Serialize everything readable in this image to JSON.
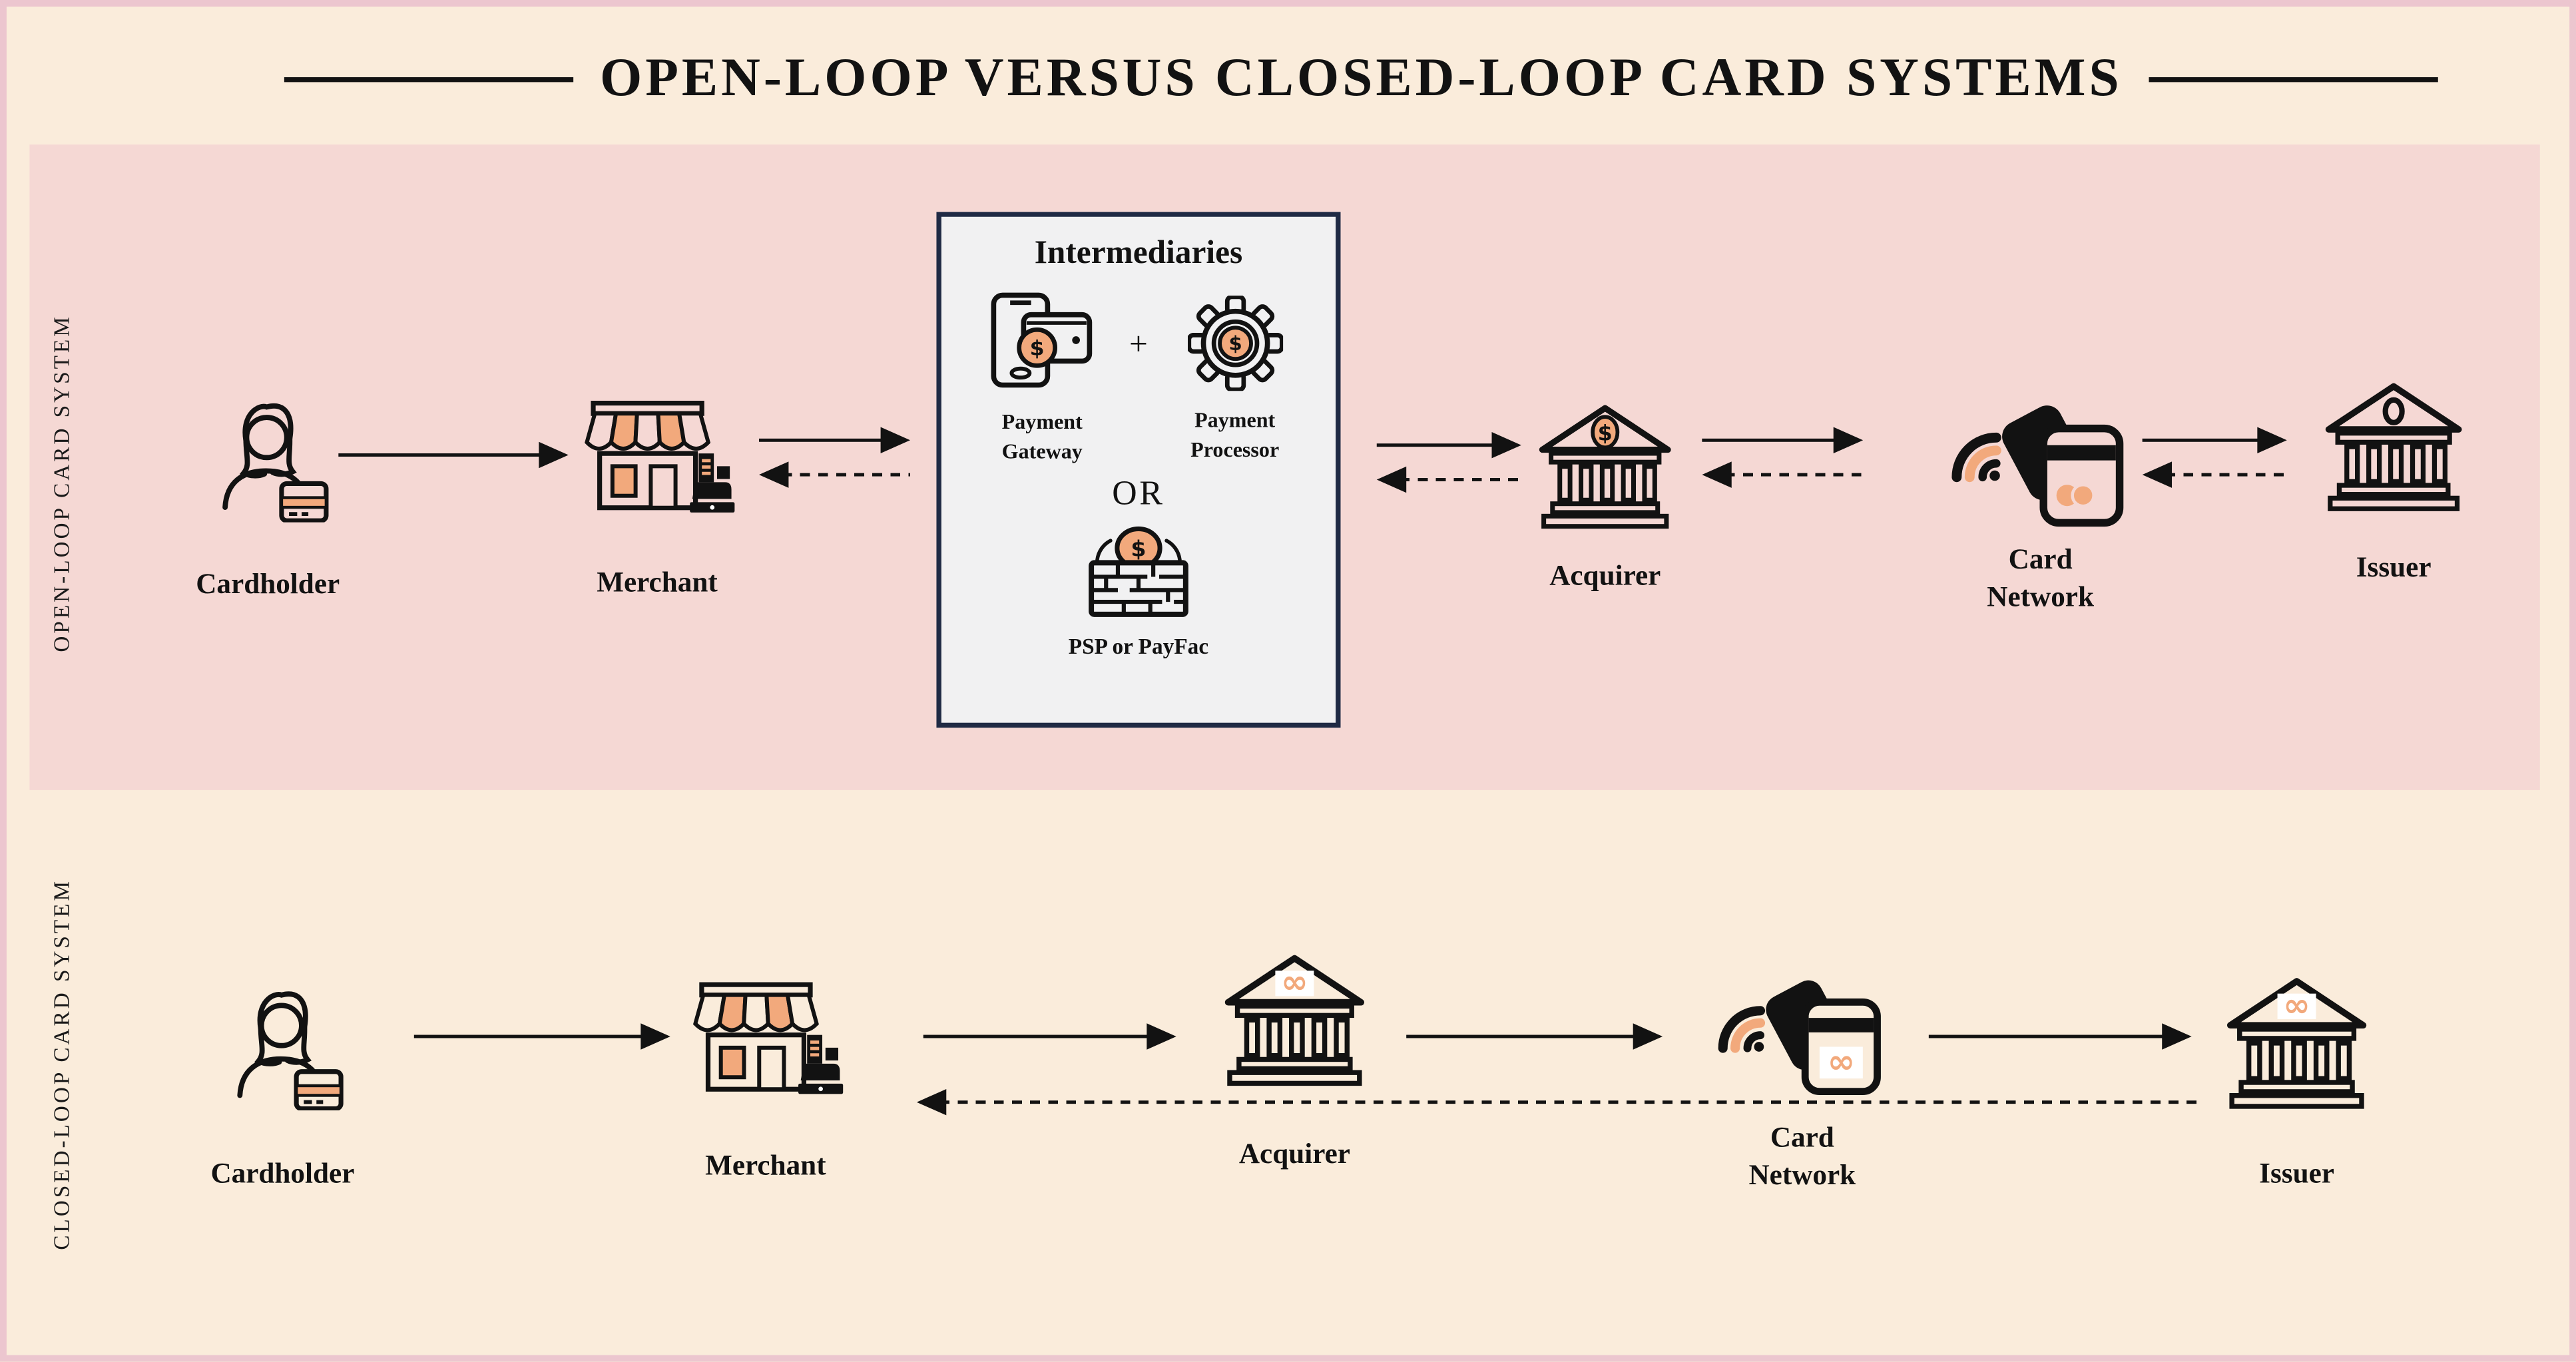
{
  "title": "OPEN-LOOP VERSUS CLOSED-LOOP CARD SYSTEMS",
  "open_loop": {
    "section_label": "OPEN-LOOP CARD SYSTEM",
    "nodes": {
      "cardholder": "Cardholder",
      "merchant": "Merchant",
      "acquirer": "Acquirer",
      "card_network": "Card Network",
      "issuer": "Issuer"
    },
    "intermediaries": {
      "title": "Intermediaries",
      "gateway_label": "Payment Gateway",
      "plus_sign": "+",
      "processor_label": "Payment Processor",
      "or_label": "OR",
      "psp_label": "PSP or PayFac"
    }
  },
  "closed_loop": {
    "section_label": "CLOSED-LOOP CARD SYSTEM",
    "nodes": {
      "cardholder": "Cardholder",
      "merchant": "Merchant",
      "acquirer": "Acquirer",
      "card_network": "Card Network",
      "issuer": "Issuer"
    }
  },
  "glyphs": {
    "dollar": "$",
    "infinity": "∞",
    "plus": "+"
  },
  "icons": {
    "cardholder": "woman-with-credit-card-icon",
    "merchant": "storefront-with-cash-register-icon",
    "payment_gateway": "smartphone-wallet-dollar-icon",
    "payment_processor": "gear-dollar-icon",
    "psp_or_payfac": "brick-wall-dollar-coin-icon",
    "acquirer_open_loop": "bank-dollar-icon",
    "card_network_open_loop": "contactless-cards-circles-icon",
    "issuer_open_loop": "bank-ring-icon",
    "acquirer_closed_loop": "bank-infinity-icon",
    "card_network_closed_loop": "contactless-cards-infinity-icon",
    "issuer_closed_loop": "bank-infinity-icon"
  },
  "colors": {
    "background_cream": "#FAECDB",
    "frame_border_pink": "#ECC6CF",
    "open_loop_panel_pink": "#F5D8D4",
    "accent_orange": "#F2A97C",
    "line_black": "#121212",
    "intermediaries_background": "#F1F1F2",
    "intermediaries_border_navy": "#1F2A44"
  }
}
